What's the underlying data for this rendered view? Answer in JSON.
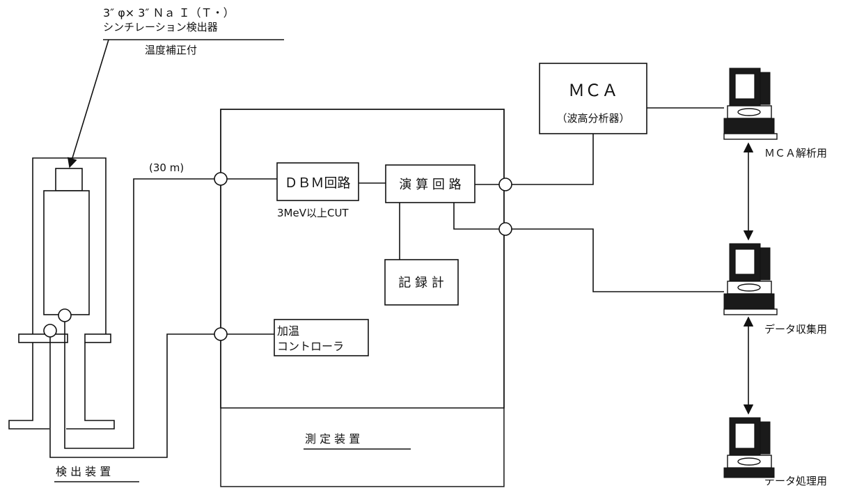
{
  "detector": {
    "title_line1": "3″ φ× 3″ Ｎａ Ｉ（Ｔ・）",
    "title_line2": "シンチレーション検出器",
    "title_line3": "温度補正付",
    "section_label": "検 出 装 置"
  },
  "cable": {
    "length_label": "(30 m)"
  },
  "measurement": {
    "section_label": "測  定  装  置",
    "dbm_label": "ＤＢＭ回路",
    "dbm_note": "3MeV以上CUT",
    "calc_label": "演 算 回 路",
    "recorder_label": "記 録 計",
    "heater_line1": "加温",
    "heater_line2": "コントローラ"
  },
  "mca": {
    "title": "ＭＣＡ",
    "subtitle": "（波高分析器）"
  },
  "computers": [
    {
      "label": "ＭＣＡ解析用",
      "icon": "computer-icon"
    },
    {
      "label": "データ収集用",
      "icon": "computer-icon"
    },
    {
      "label": "データ処理用",
      "icon": "computer-icon"
    }
  ]
}
